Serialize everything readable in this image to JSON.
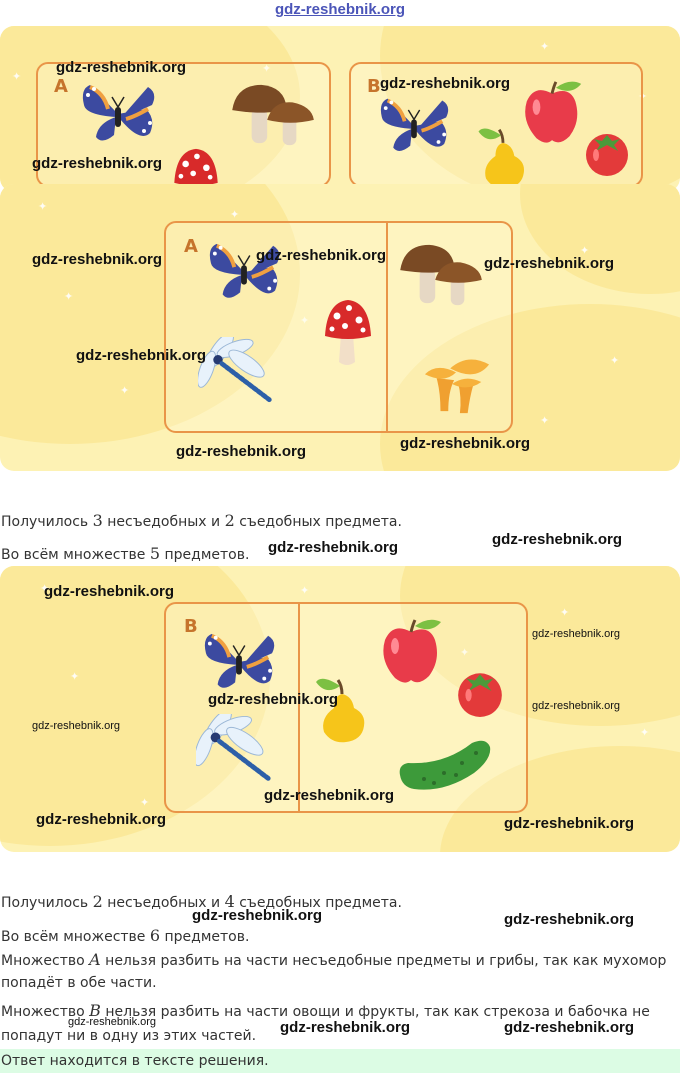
{
  "header": {
    "site": "gdz-reshebnik.org"
  },
  "watermark": "gdz-reshebnik.org",
  "figure1": {
    "label_a": "А",
    "label_b": "В"
  },
  "figure2": {
    "label_a": "А"
  },
  "paragraph1": {
    "line1": {
      "pre": "Получилось ",
      "n1": "3",
      "mid": " несъедобных и ",
      "n2": "2",
      "post": " съедобных предмета."
    },
    "line2": {
      "pre": "Во всём множестве ",
      "n": "5",
      "post": " предметов."
    }
  },
  "figure3": {
    "label_b": "В"
  },
  "paragraph2": {
    "line1": {
      "pre": "Получилось ",
      "n1": "2",
      "mid": " несъедобных и ",
      "n2": "4",
      "post": " съедобных предмета."
    },
    "line2": {
      "pre": "Во всём множестве ",
      "n": "6",
      "post": " предметов."
    },
    "line3": {
      "pre": "Множество ",
      "set": "A",
      "post": " нельзя разбить на части несъедобные предметы и грибы, так как мухомор"
    },
    "line4": {
      "text": "попадёт в обе части."
    },
    "line5": {
      "pre": "Множество ",
      "set": "B",
      "post": " нельзя разбить на части овощи и фрукты, так как стрекоза и бабочка не"
    },
    "line6": {
      "text": "попадут ни в одну из этих частей."
    }
  },
  "answer": {
    "text": "Ответ находится в тексте решения."
  },
  "colors": {
    "panel_bg": "#fdf2b4",
    "box_border": "#e99548",
    "answer_bg": "#dcfce4",
    "link": "#4b55b8"
  },
  "icons": [
    "butterfly-icon",
    "mushroom-icon",
    "fly-agaric-icon",
    "apple-icon",
    "tomato-icon",
    "pear-icon",
    "dragonfly-icon",
    "chanterelle-icon",
    "cucumber-icon"
  ]
}
